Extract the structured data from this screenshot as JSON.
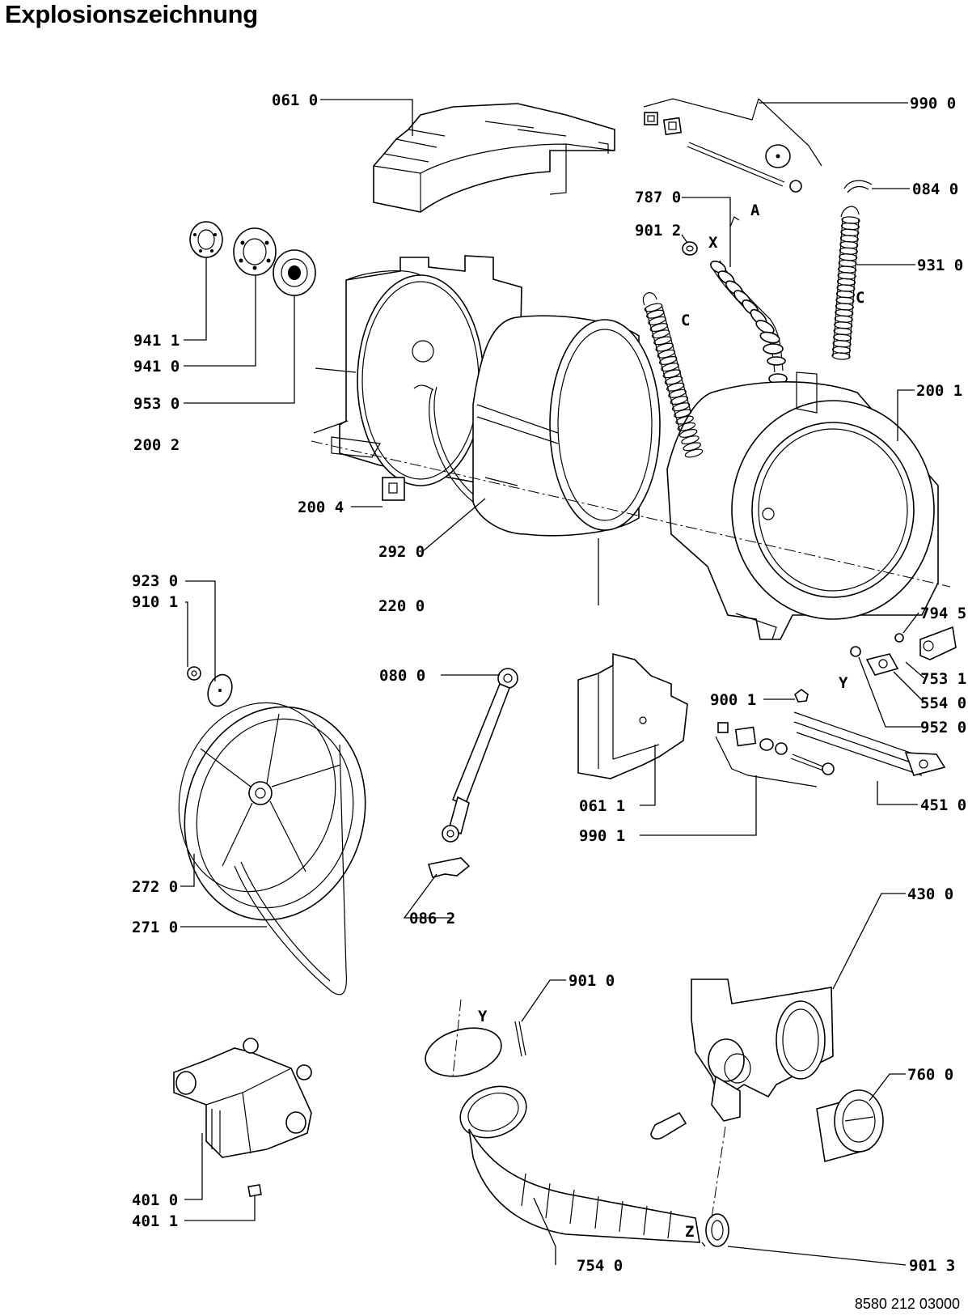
{
  "title": "Explosionszeichnung",
  "document_number": "8580 212 03000",
  "part_labels": [
    {
      "id": "061-0",
      "text": "061 0"
    },
    {
      "id": "990-0",
      "text": "990 0"
    },
    {
      "id": "084-0",
      "text": "084 0"
    },
    {
      "id": "787-0",
      "text": "787 0"
    },
    {
      "id": "901-2",
      "text": "901 2"
    },
    {
      "id": "931-0",
      "text": "931 0"
    },
    {
      "id": "941-1",
      "text": "941 1"
    },
    {
      "id": "941-0",
      "text": "941 0"
    },
    {
      "id": "953-0",
      "text": "953 0"
    },
    {
      "id": "200-2",
      "text": "200 2"
    },
    {
      "id": "200-1",
      "text": "200 1"
    },
    {
      "id": "200-4",
      "text": "200 4"
    },
    {
      "id": "292-0",
      "text": "292 0"
    },
    {
      "id": "923-0",
      "text": "923 0"
    },
    {
      "id": "910-1",
      "text": "910 1"
    },
    {
      "id": "220-0",
      "text": "220 0"
    },
    {
      "id": "794-5",
      "text": "794 5"
    },
    {
      "id": "753-1",
      "text": "753 1"
    },
    {
      "id": "554-0",
      "text": "554 0"
    },
    {
      "id": "952-0",
      "text": "952 0"
    },
    {
      "id": "080-0",
      "text": "080 0"
    },
    {
      "id": "900-1",
      "text": "900 1"
    },
    {
      "id": "451-0",
      "text": "451 0"
    },
    {
      "id": "061-1",
      "text": "061 1"
    },
    {
      "id": "990-1",
      "text": "990 1"
    },
    {
      "id": "272-0",
      "text": "272 0"
    },
    {
      "id": "271-0",
      "text": "271 0"
    },
    {
      "id": "086-2",
      "text": "086 2"
    },
    {
      "id": "430-0",
      "text": "430 0"
    },
    {
      "id": "901-0",
      "text": "901 0"
    },
    {
      "id": "760-0",
      "text": "760 0"
    },
    {
      "id": "401-0",
      "text": "401 0"
    },
    {
      "id": "401-1",
      "text": "401 1"
    },
    {
      "id": "901-3",
      "text": "901 3"
    },
    {
      "id": "754-0",
      "text": "754 0"
    }
  ],
  "reference_marks": {
    "a": "A",
    "x": "X",
    "c": "C",
    "y": "Y",
    "z": "Z"
  }
}
